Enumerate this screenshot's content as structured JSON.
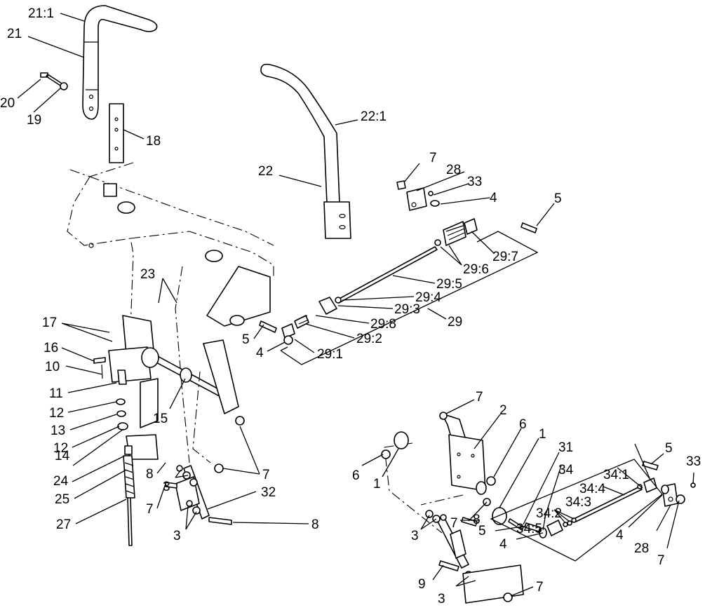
{
  "callouts": [
    {
      "id": "21-1",
      "text": "21:1"
    },
    {
      "id": "21",
      "text": "21"
    },
    {
      "id": "20",
      "text": "20"
    },
    {
      "id": "19",
      "text": "19"
    },
    {
      "id": "18",
      "text": "18"
    },
    {
      "id": "22-1",
      "text": "22:1"
    },
    {
      "id": "22",
      "text": "22"
    },
    {
      "id": "7-a",
      "text": "7"
    },
    {
      "id": "28-a",
      "text": "28"
    },
    {
      "id": "33-a",
      "text": "33"
    },
    {
      "id": "4-a",
      "text": "4"
    },
    {
      "id": "5-a",
      "text": "5"
    },
    {
      "id": "29-7",
      "text": "29:7"
    },
    {
      "id": "29-6",
      "text": "29:6"
    },
    {
      "id": "29-5",
      "text": "29:5"
    },
    {
      "id": "29-4",
      "text": "29:4"
    },
    {
      "id": "29-3",
      "text": "29:3"
    },
    {
      "id": "29-8",
      "text": "29:8"
    },
    {
      "id": "29",
      "text": "29"
    },
    {
      "id": "29-2",
      "text": "29:2"
    },
    {
      "id": "29-1",
      "text": "29:1"
    },
    {
      "id": "23",
      "text": "23"
    },
    {
      "id": "17",
      "text": "17"
    },
    {
      "id": "5-b",
      "text": "5"
    },
    {
      "id": "4-b",
      "text": "4"
    },
    {
      "id": "16",
      "text": "16"
    },
    {
      "id": "10",
      "text": "10"
    },
    {
      "id": "11",
      "text": "11"
    },
    {
      "id": "12-a",
      "text": "12"
    },
    {
      "id": "13",
      "text": "13"
    },
    {
      "id": "12-b",
      "text": "12"
    },
    {
      "id": "15",
      "text": "15"
    },
    {
      "id": "14",
      "text": "14"
    },
    {
      "id": "24",
      "text": "24"
    },
    {
      "id": "25",
      "text": "25"
    },
    {
      "id": "27",
      "text": "27"
    },
    {
      "id": "8-a",
      "text": "8"
    },
    {
      "id": "3-a",
      "text": "3"
    },
    {
      "id": "7-b",
      "text": "7"
    },
    {
      "id": "32",
      "text": "32"
    },
    {
      "id": "8-b",
      "text": "8"
    },
    {
      "id": "7-c",
      "text": "7"
    },
    {
      "id": "3-b",
      "text": "3"
    },
    {
      "id": "7-d",
      "text": "7"
    },
    {
      "id": "2",
      "text": "2"
    },
    {
      "id": "6-a",
      "text": "6"
    },
    {
      "id": "1-a",
      "text": "1"
    },
    {
      "id": "31",
      "text": "31"
    },
    {
      "id": "6-b",
      "text": "6"
    },
    {
      "id": "1-b",
      "text": "1"
    },
    {
      "id": "5-c",
      "text": "5"
    },
    {
      "id": "33-b",
      "text": "33"
    },
    {
      "id": "34",
      "text": "34"
    },
    {
      "id": "34-1",
      "text": "34:1"
    },
    {
      "id": "34-4",
      "text": "34:4"
    },
    {
      "id": "34-3",
      "text": "34:3"
    },
    {
      "id": "34-2",
      "text": "34:2"
    },
    {
      "id": "7-e",
      "text": "7"
    },
    {
      "id": "8-c",
      "text": "8"
    },
    {
      "id": "3-c",
      "text": "3"
    },
    {
      "id": "34-5",
      "text": "34:5"
    },
    {
      "id": "5-d",
      "text": "5"
    },
    {
      "id": "4-c",
      "text": "4"
    },
    {
      "id": "4-d",
      "text": "4"
    },
    {
      "id": "28-b",
      "text": "28"
    },
    {
      "id": "7-f",
      "text": "7"
    },
    {
      "id": "9",
      "text": "9"
    },
    {
      "id": "3-d",
      "text": "3"
    },
    {
      "id": "7-g",
      "text": "7"
    }
  ]
}
